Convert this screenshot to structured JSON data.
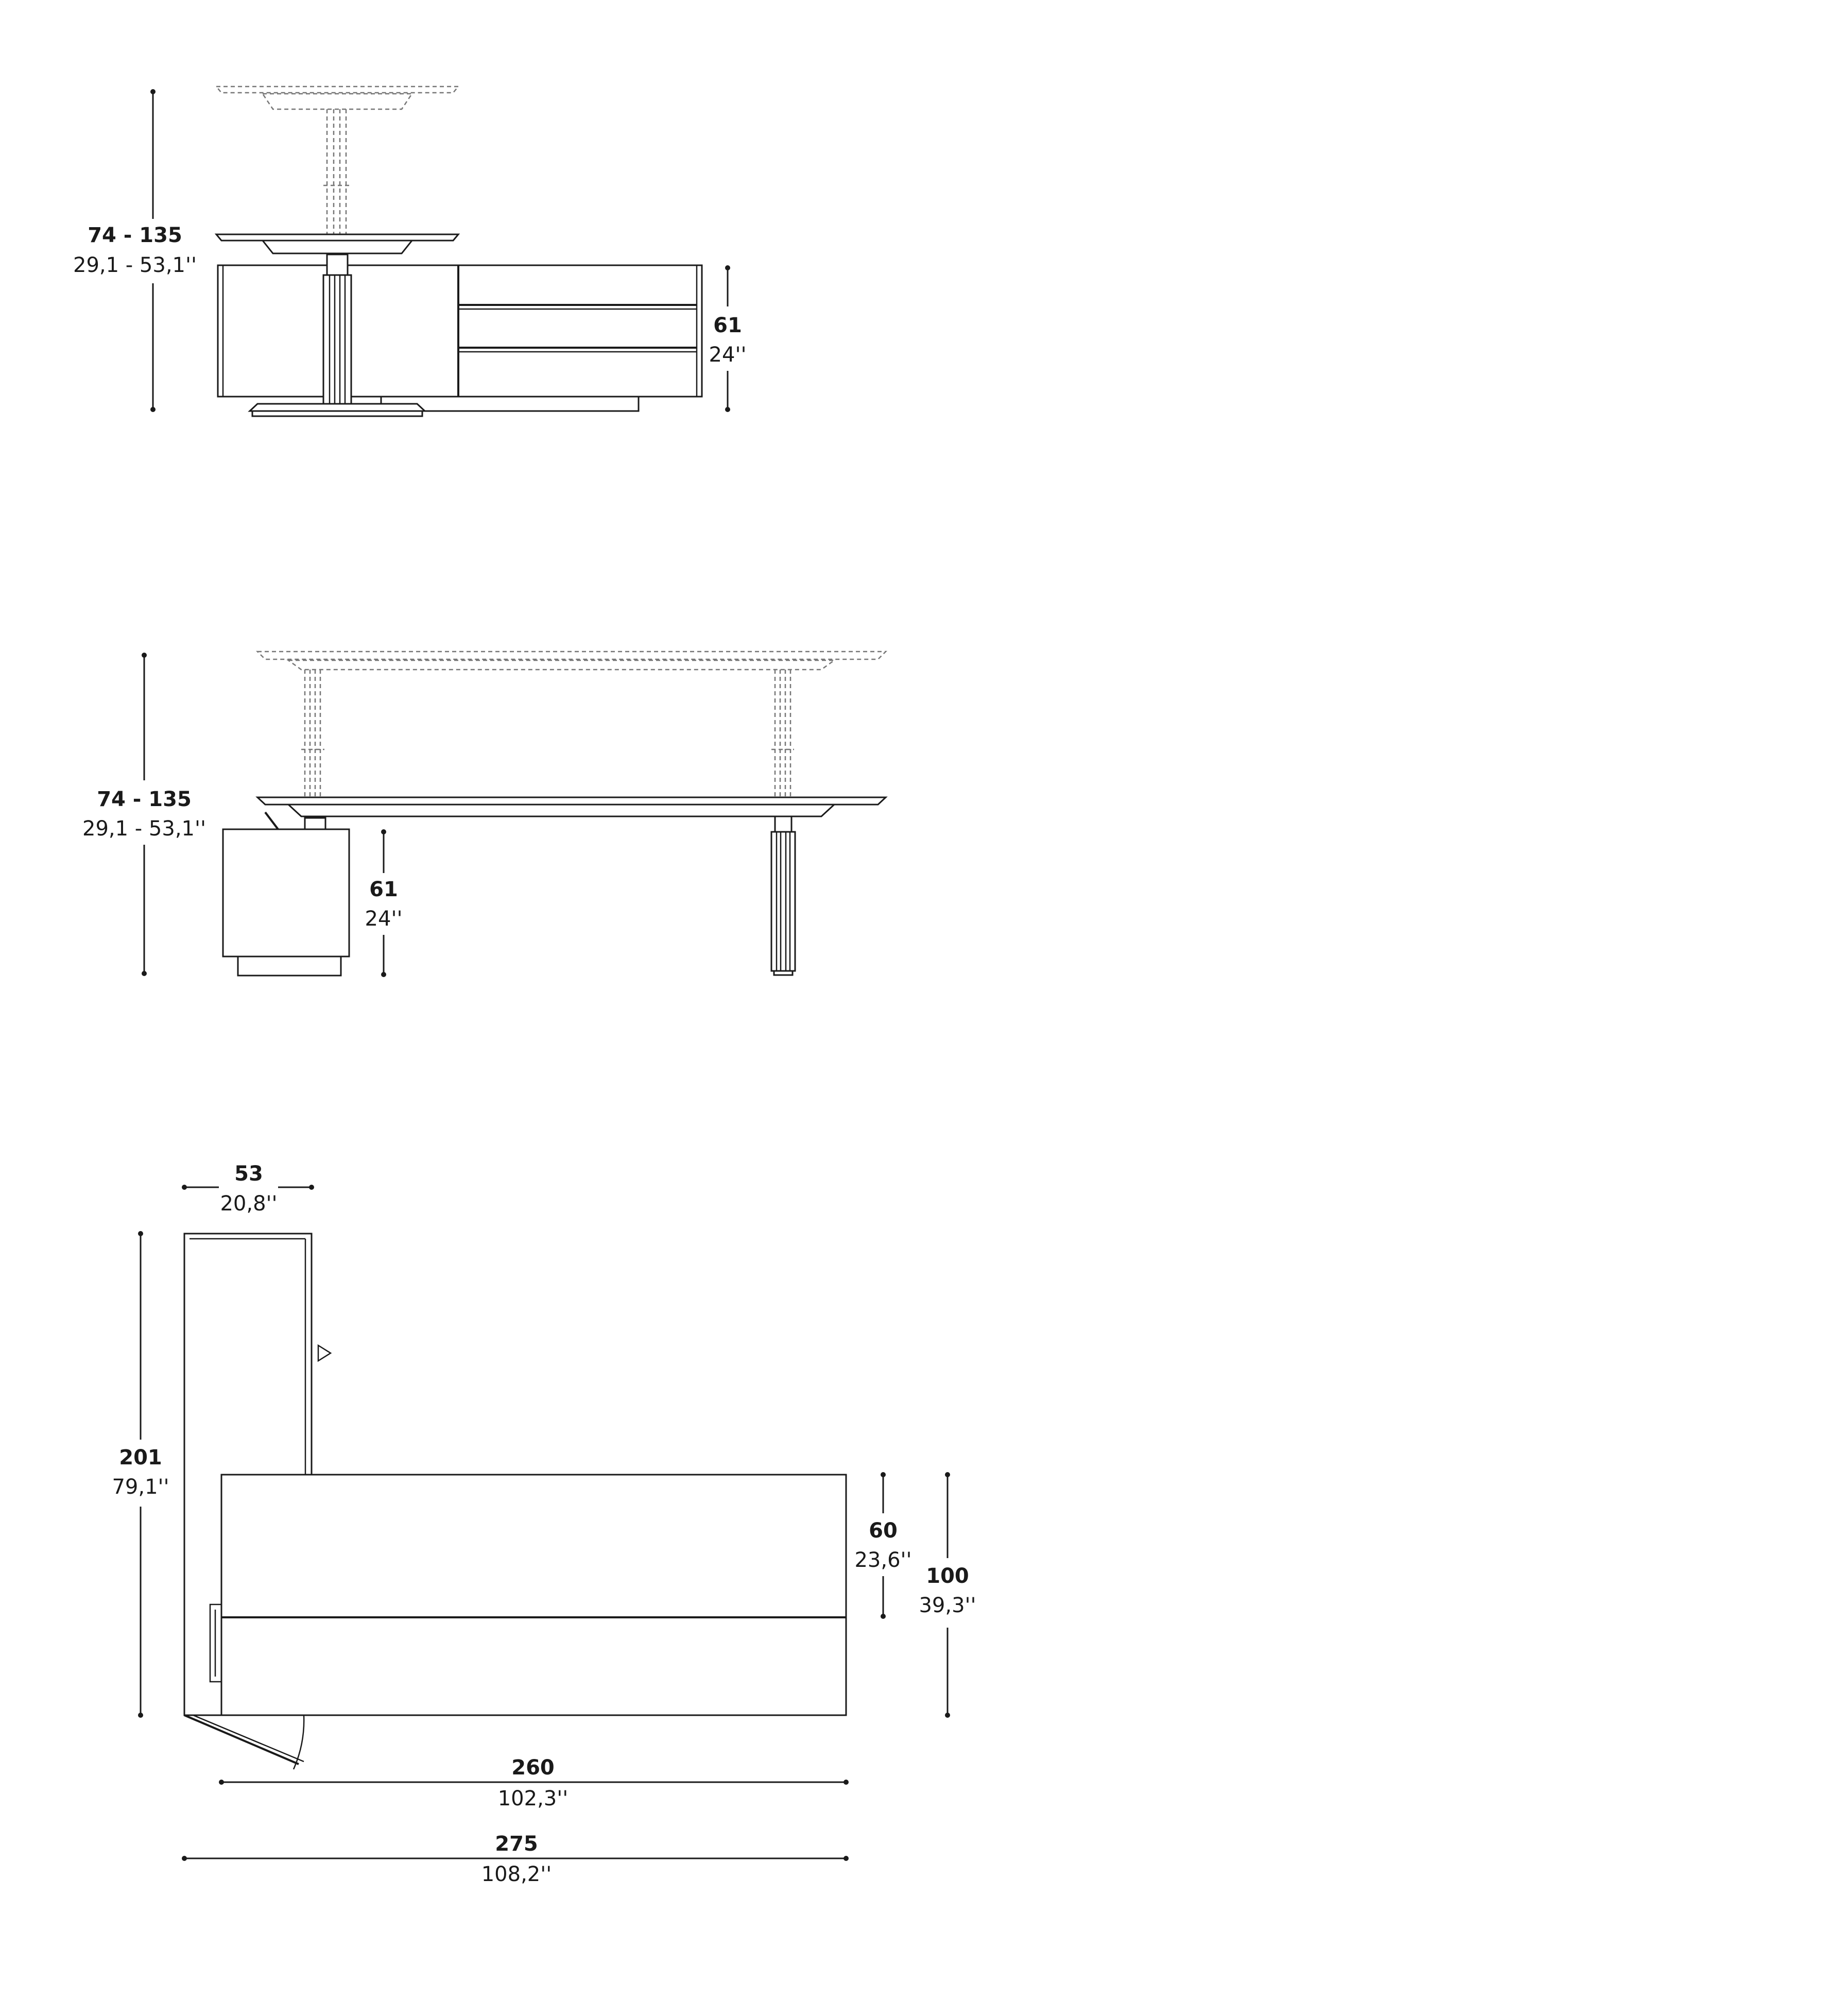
{
  "views": {
    "top": {
      "height_range": {
        "cm": "74 - 135",
        "in": "29,1 - 53,1''"
      },
      "cabinet_height": {
        "cm": "61",
        "in": "24''"
      }
    },
    "middle": {
      "height_range": {
        "cm": "74 - 135",
        "in": "29,1 - 53,1''"
      },
      "cabinet_height": {
        "cm": "61",
        "in": "24''"
      }
    },
    "plan": {
      "side_depth": {
        "cm": "53",
        "in": "20,8''"
      },
      "side_length": {
        "cm": "201",
        "in": "79,1''"
      },
      "desk_depth": {
        "cm": "60",
        "in": "23,6''"
      },
      "total_depth": {
        "cm": "100",
        "in": "39,3''"
      },
      "desk_width": {
        "cm": "260",
        "in": "102,3''"
      },
      "total_width": {
        "cm": "275",
        "in": "108,2''"
      }
    }
  }
}
